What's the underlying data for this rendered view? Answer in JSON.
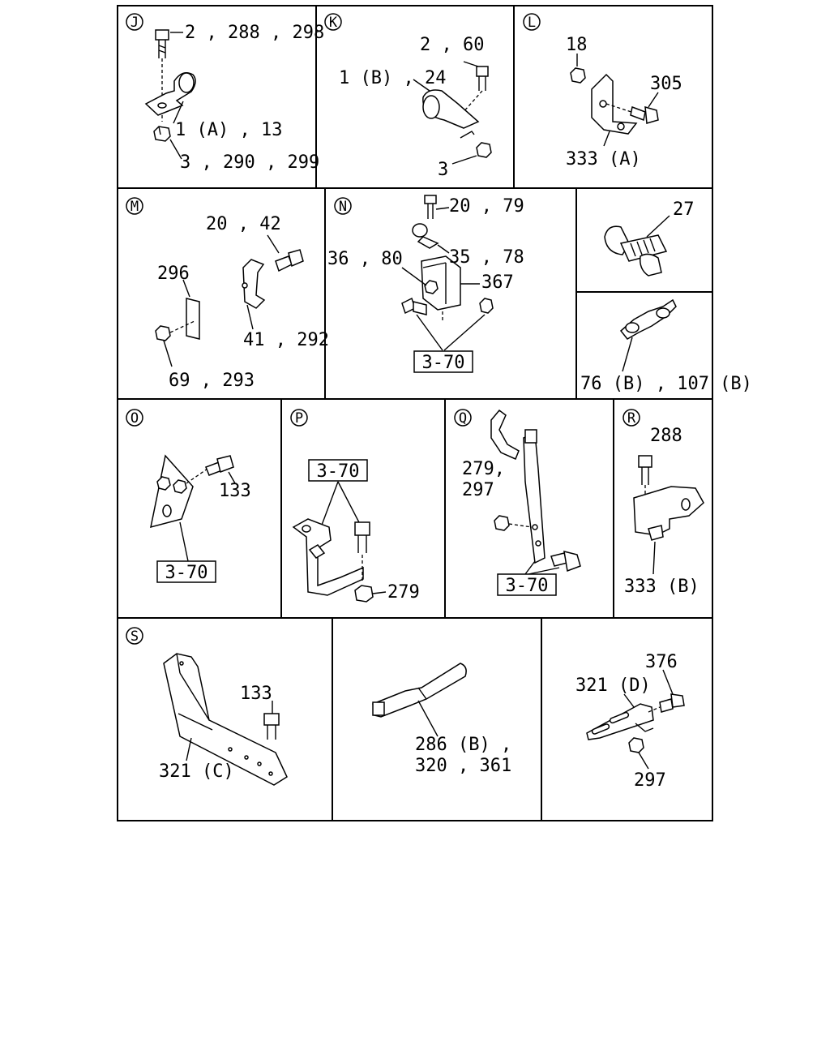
{
  "panels": {
    "J": {
      "tag": "J",
      "labels": [
        "2 , 288 , 298",
        "1 (A) , 13",
        "3 , 290 , 299"
      ]
    },
    "K": {
      "tag": "K",
      "labels": [
        "2 , 60",
        "1 (B) , 24",
        "3"
      ]
    },
    "L": {
      "tag": "L",
      "labels": [
        "18",
        "305",
        "333 (A)"
      ]
    },
    "M": {
      "tag": "M",
      "labels": [
        "20 , 42",
        "296",
        "41 , 292",
        "69 , 293"
      ]
    },
    "N": {
      "tag": "N",
      "labels": [
        "20 , 79",
        "36 , 80",
        "35 , 78",
        "367"
      ],
      "boxed": "3-70"
    },
    "U1": {
      "labels": [
        "27"
      ]
    },
    "U2": {
      "labels": [
        "76 (B) , 107 (B)"
      ]
    },
    "O": {
      "tag": "O",
      "labels": [
        "133"
      ],
      "boxed": "3-70"
    },
    "P": {
      "tag": "P",
      "labels": [
        "279"
      ],
      "boxed": "3-70"
    },
    "Q": {
      "tag": "Q",
      "labels": [
        "279,",
        "297"
      ],
      "boxed": "3-70"
    },
    "R": {
      "tag": "R",
      "labels": [
        "288",
        "333 (B)"
      ]
    },
    "S": {
      "tag": "S",
      "labels": [
        "133",
        "321 (C)"
      ]
    },
    "U3": {
      "labels": [
        "286 (B) ,",
        "320 , 361"
      ]
    },
    "U4": {
      "labels": [
        "376",
        "321 (D)",
        "297"
      ]
    }
  },
  "colors": {
    "line": "#000000",
    "background": "#ffffff"
  }
}
